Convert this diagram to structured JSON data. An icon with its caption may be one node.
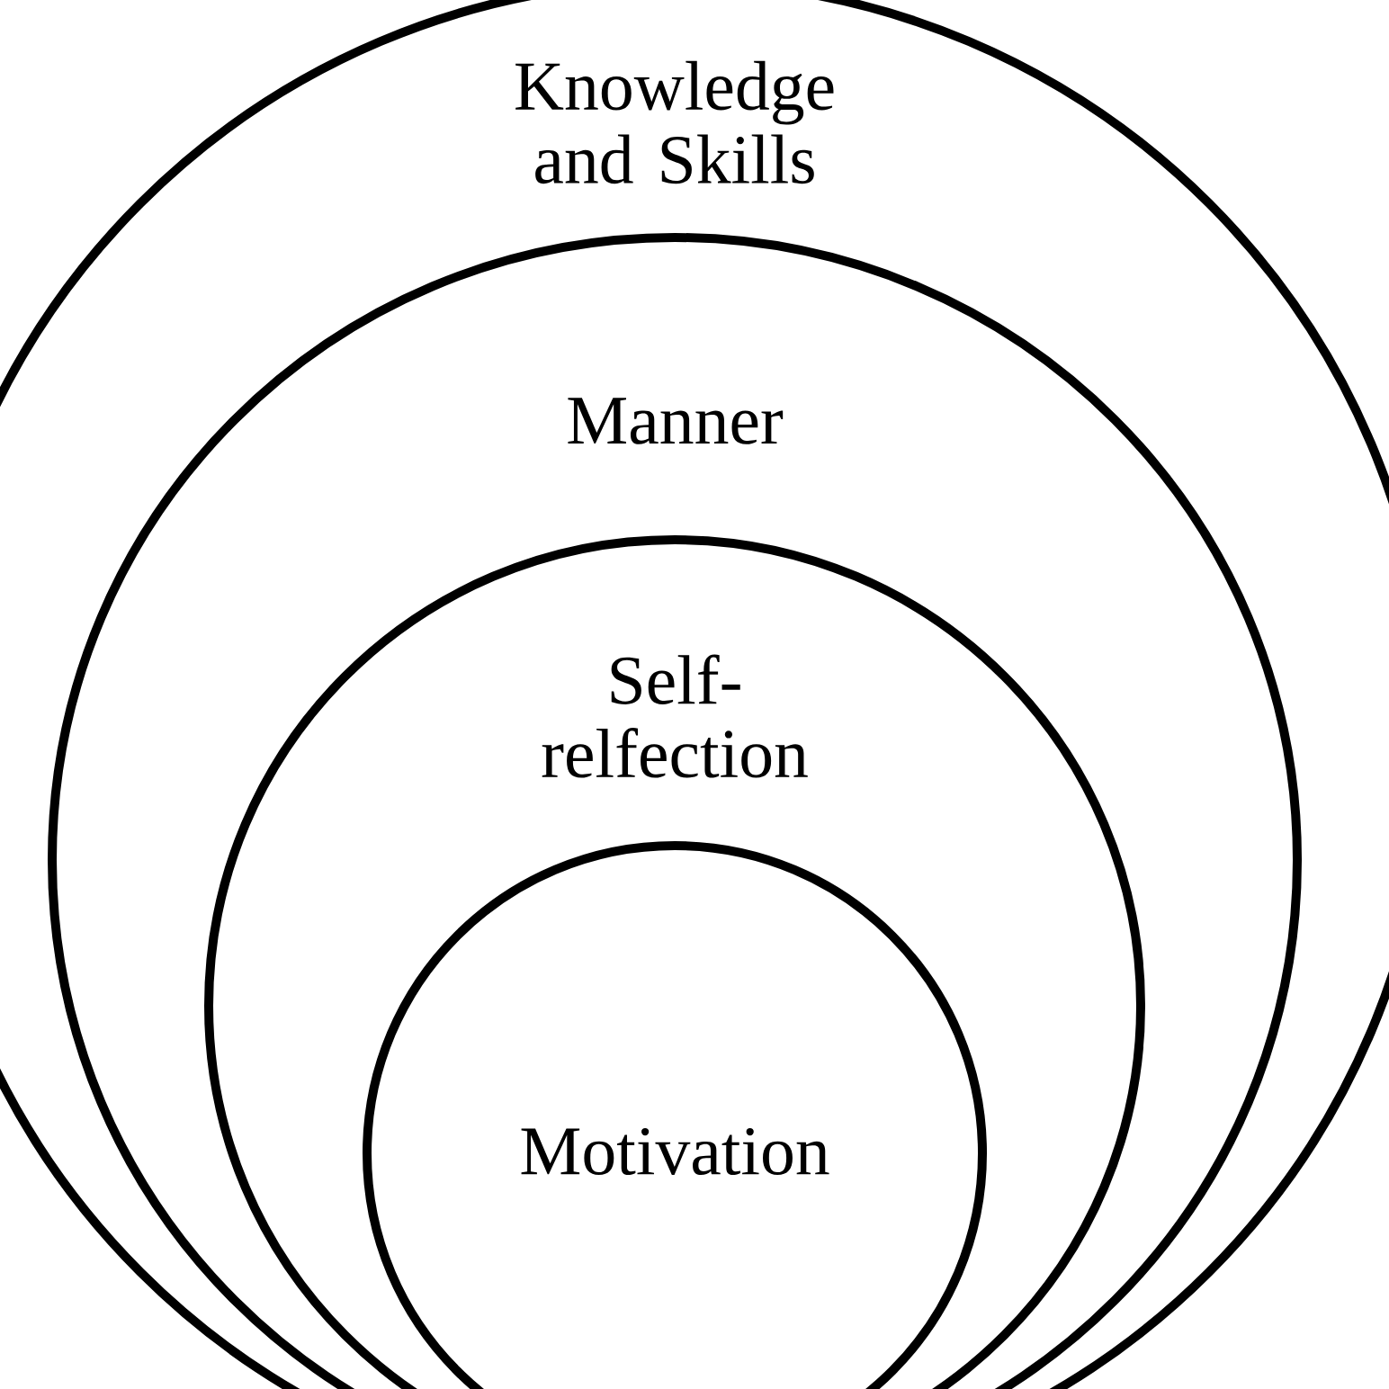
{
  "diagram": {
    "nodes": [
      {
        "text": [
          "Knowledge and Skills"
        ]
      },
      {
        "text": [
          "Manner"
        ],
        "in": 0
      },
      {
        "text": [
          "Self- relfection"
        ],
        "in": 1
      },
      {
        "text": [
          "Motivation"
        ],
        "in": 2
      }
    ]
  }
}
